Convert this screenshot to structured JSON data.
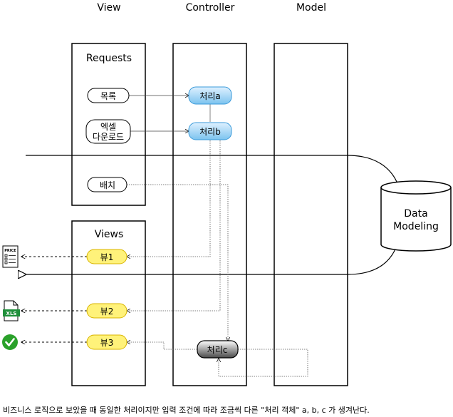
{
  "columns": {
    "view": "View",
    "controller": "Controller",
    "model": "Model"
  },
  "requests": {
    "title": "Requests",
    "list": "목록",
    "excel_line1": "엑셀",
    "excel_line2": "다운로드",
    "batch": "배치"
  },
  "views": {
    "title": "Views",
    "view1": "뷰1",
    "view2": "뷰2",
    "view3": "뷰3"
  },
  "handlers": {
    "a": "처리a",
    "b": "처리b",
    "c": "처리c"
  },
  "database": {
    "line1": "Data",
    "line2": "Modeling"
  },
  "outputs": {
    "price_icon_text": "PRICE",
    "xls_icon_text": "XLS"
  },
  "caption": "비즈니스 로직으로 보았을 때 동일한 처리이지만 입력 조건에 따라 조금씩 다른 \"처리 객체\" a, b, c 가 생겨난다.",
  "colors": {
    "blue_fill_top": "#dff1ff",
    "blue_fill_bottom": "#7cc3ef",
    "blue_stroke": "#3a9ad9",
    "yellow_fill": "#fff27a",
    "yellow_stroke": "#d8b400",
    "dark_fill_top": "#ffffff",
    "dark_fill_bottom": "#4a4a4a",
    "xls_green": "#1f8f3a",
    "check_green": "#2aa12a"
  }
}
